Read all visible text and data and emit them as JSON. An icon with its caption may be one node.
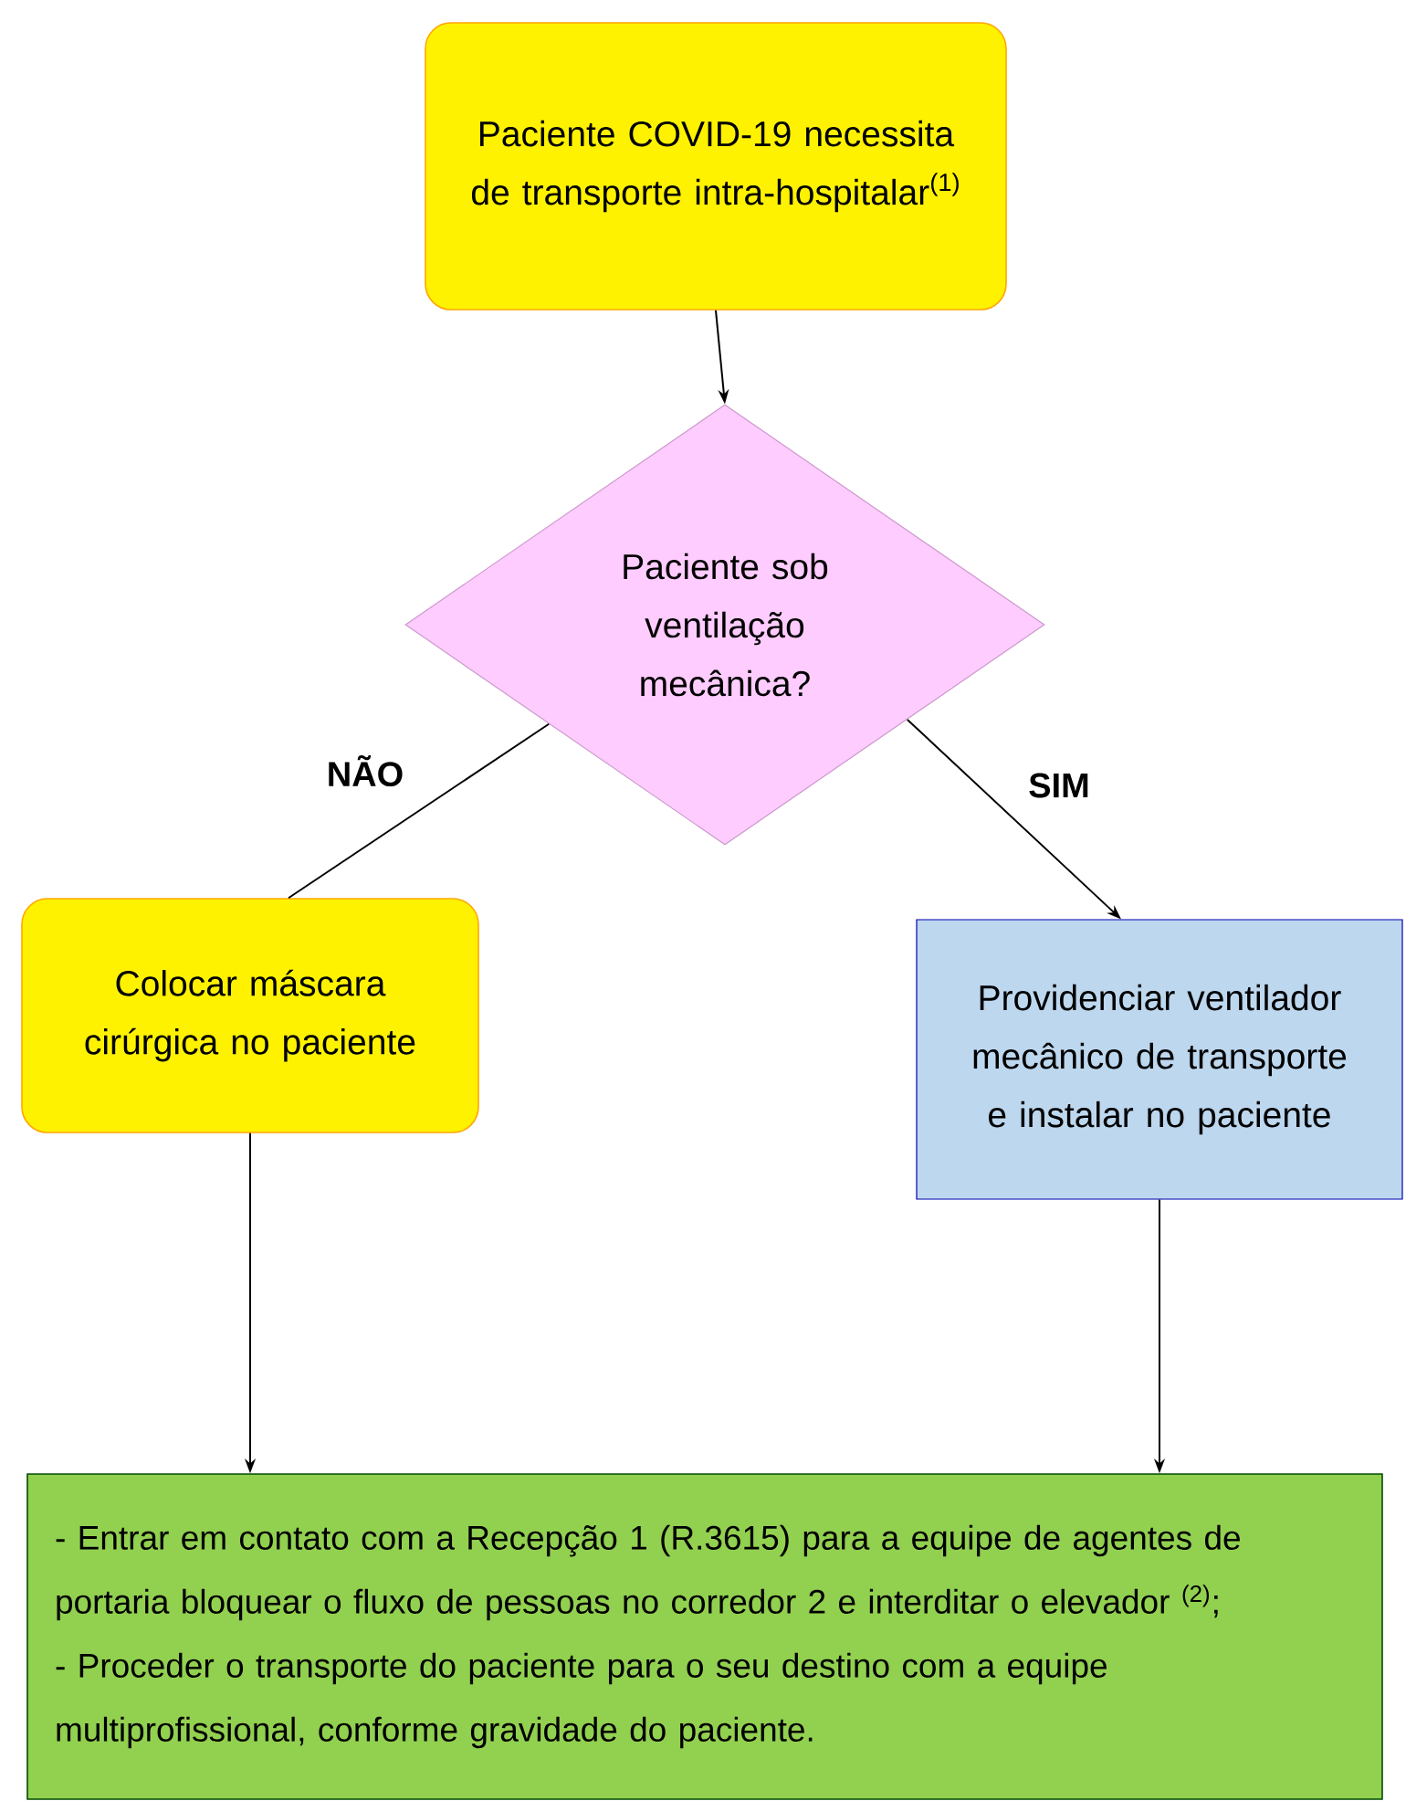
{
  "diagram": {
    "nodes": [
      {
        "text": [
          "Paciente COVID-19 necessita de transporte intra-hospitalar$^{(1)}$"
        ]
      },
      {
        "text": [
          "Paciente sob ventilação mecânica?"
        ]
      },
      {
        "text": [
          "Colocar máscara cirúrgica no paciente"
        ]
      },
      {
        "text": [
          "Providenciar ventilador mecânico de transporte e instalar no paciente"
        ]
      },
      {
        "text": [
          "- Entrar em contato com a Recepção 1 (R.3615) para a equipe de agentes de portaria bloquear o fluxo de pessoas no corredor 2 e interditar o elevador $^{(2)}$;",
          "- Proceder o transporte do paciente para o seu destino com a equipe multiprofissional, conforme gravidade do paciente."
        ]
      }
    ],
    "edges": [
      {
        "from": 0,
        "to": 1,
        "arrow": "to"
      },
      {
        "from": 1,
        "to": 2,
        "arrow": "none",
        "label": "NÃO"
      },
      {
        "from": 1,
        "to": 3,
        "arrow": "to",
        "label": "SIM"
      },
      {
        "from": 2,
        "to": 4,
        "arrow": "to"
      },
      {
        "from": 3,
        "to": 4,
        "arrow": "to"
      }
    ]
  }
}
